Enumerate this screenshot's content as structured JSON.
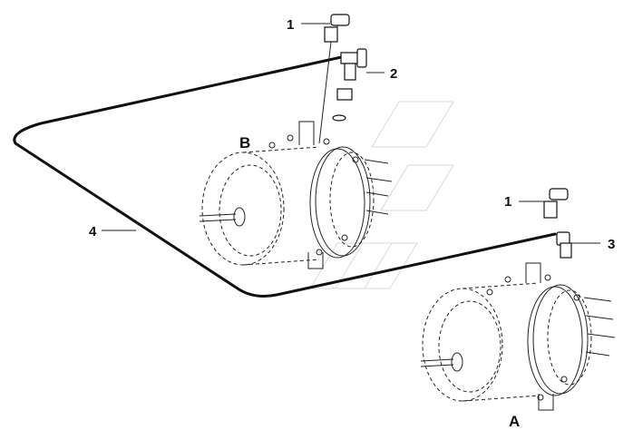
{
  "callouts": {
    "b1": "1",
    "b2": "2",
    "a1": "1",
    "a3": "3",
    "hose": "4"
  },
  "view_labels": {
    "b": "B",
    "a": "A"
  },
  "colors": {
    "line": "#111111",
    "watermark": "#d9d9d9",
    "background": "#ffffff"
  }
}
